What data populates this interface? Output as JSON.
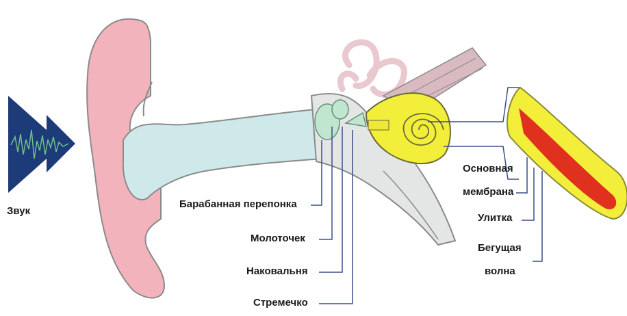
{
  "labels": {
    "sound": "Звук",
    "eardrum": "Барабанная перепонка",
    "hammer": "Молоточек",
    "anvil": "Наковальня",
    "stirrup": "Стремечко",
    "membrane_line1": "Основная",
    "membrane_line2": "мембрана",
    "cochlea": "Улитка",
    "wave_line1": "Бегущая",
    "wave_line2": "волна"
  },
  "colors": {
    "pinna": "#f3b3bd",
    "pinna_stroke": "#8a8a8a",
    "canal": "#cfe9ea",
    "cochlea": "#f2ee3a",
    "cochlea_inner": "#e8e62c",
    "canals": "#e9c8cf",
    "nerve": "#d9bac0",
    "ossicles": "#bfe6cf",
    "wave_red": "#e0311f",
    "arrow": "#1d3a79",
    "leader_line": "#3a4f8a"
  }
}
